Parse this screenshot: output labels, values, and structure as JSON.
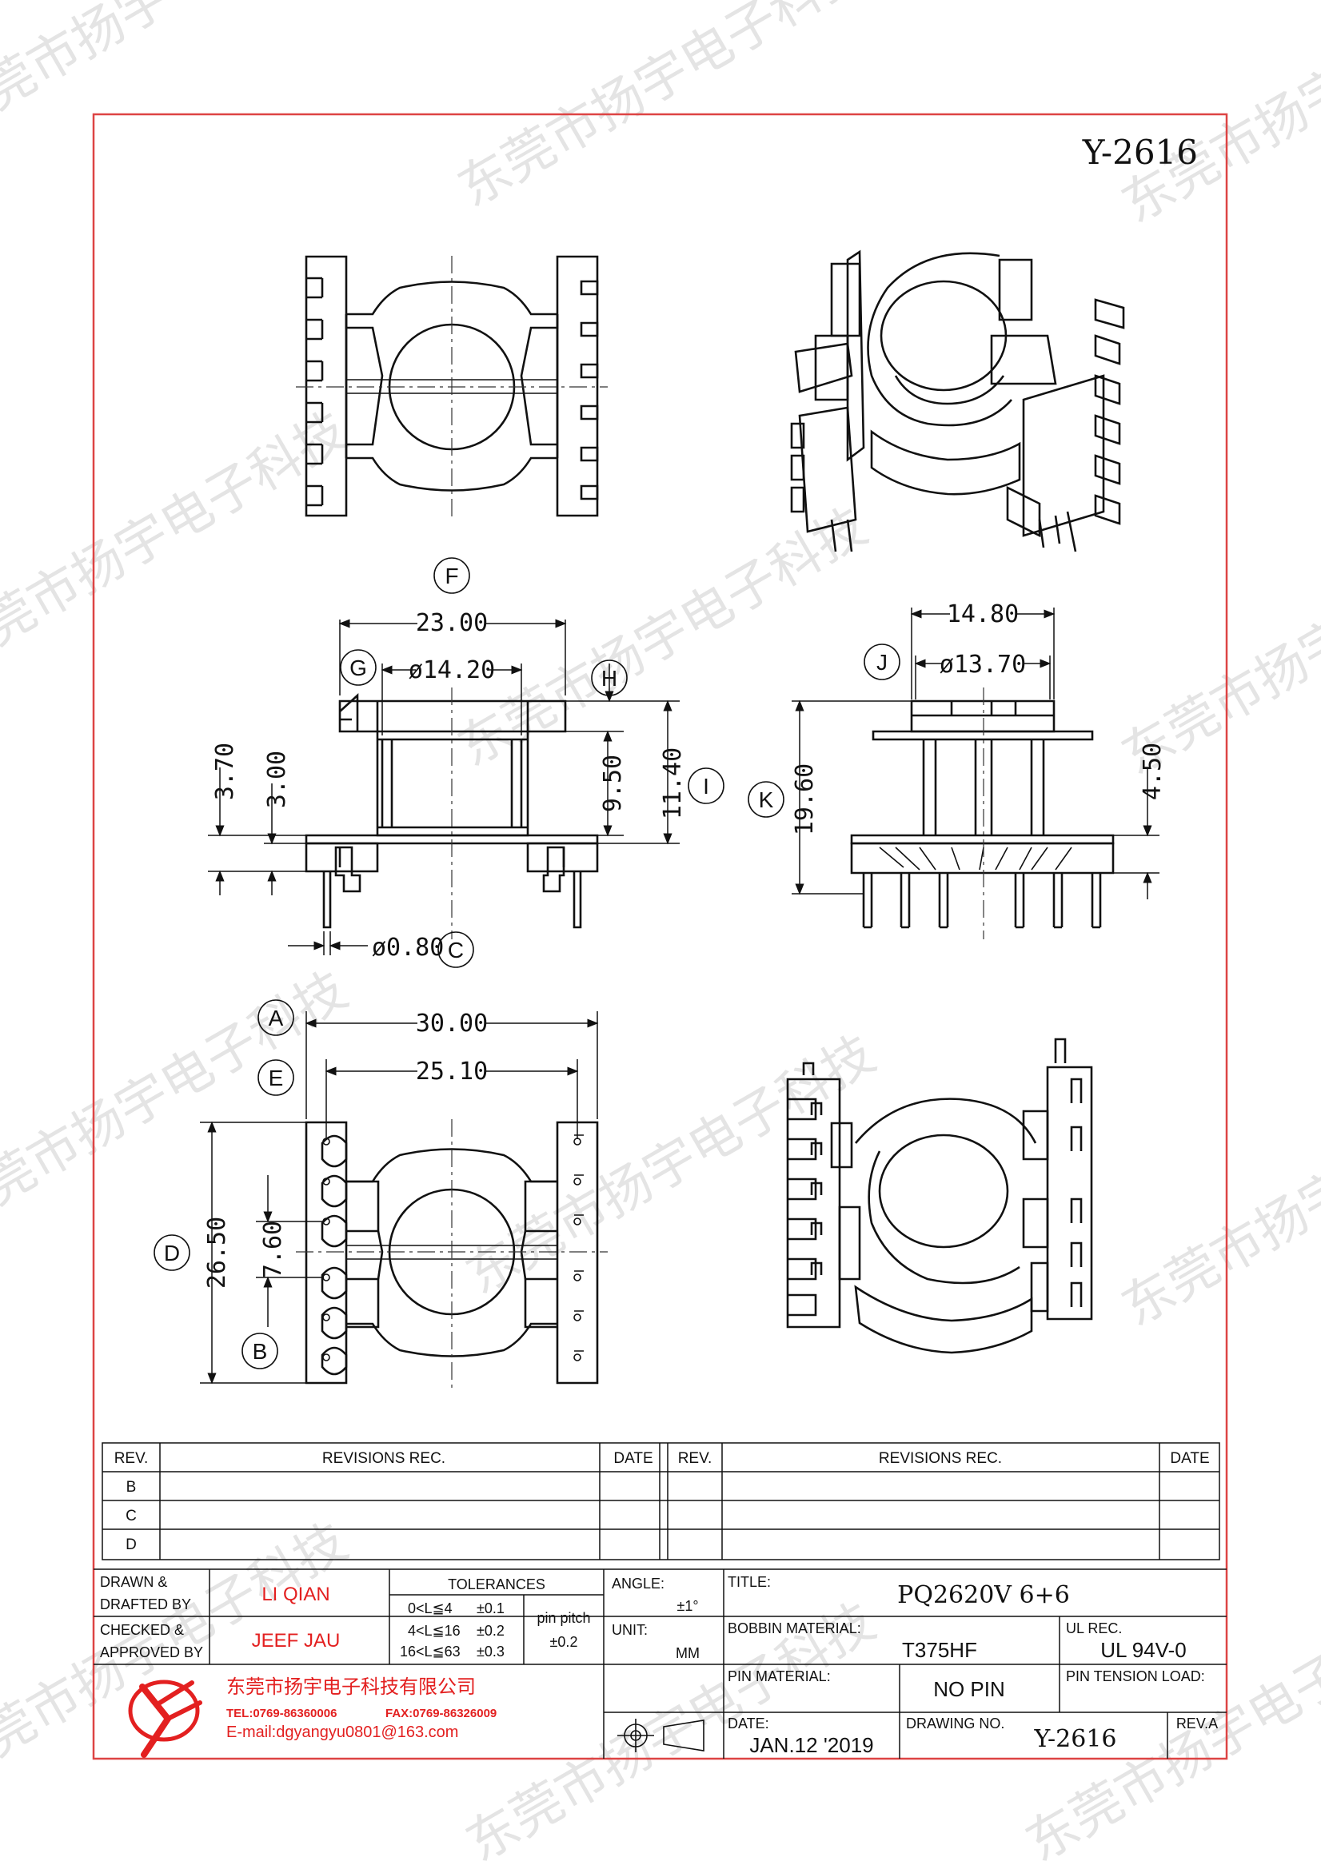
{
  "drawing_code": "Y-2616",
  "watermark": "东莞市扬宇电子科技",
  "dimensions": {
    "f_width": "23.00",
    "g_dia": "ø14.20",
    "j_width": "14.80",
    "j_dia": "ø13.70",
    "h3_70": "3.70",
    "h3_00": "3.00",
    "h9_50": "9.50",
    "h11_40": "11.40",
    "k19_60": "19.60",
    "h4_50": "4.50",
    "pin_dia": "ø0.80",
    "a_width": "30.00",
    "e_width": "25.10",
    "d_height": "26.50",
    "pitch7_60": "7.60"
  },
  "callouts": {
    "a": "A",
    "b": "B",
    "c": "C",
    "d": "D",
    "e": "E",
    "f": "F",
    "g": "G",
    "h": "H",
    "i": "I",
    "j": "J",
    "k": "K"
  },
  "revisions": {
    "rev_header": "REV.",
    "rec_header": "REVISIONS    REC.",
    "date_header": "DATE",
    "rows": [
      "B",
      "C",
      "D"
    ]
  },
  "title_block": {
    "drawn_label_1": "DRAWN  &",
    "drawn_label_2": "DRAFTED  BY",
    "drawn_name": "LI QIAN",
    "checked_label_1": "CHECKED  &",
    "checked_label_2": "APPROVED  BY",
    "checked_name": "JEEF JAU",
    "tolerances_label": "TOLERANCES",
    "tol_1_range": "0<L≦4",
    "tol_1_value": "±0.1",
    "tol_2_range": "4<L≦16",
    "tol_2_value": "±0.2",
    "tol_3_range": "16<L≦63",
    "tol_3_value": "±0.3",
    "pin_pitch_label": "pin  pitch",
    "pin_pitch_value": "±0.2",
    "angle_label": "ANGLE:",
    "angle_value": "±1°",
    "unit_label": "UNIT:",
    "unit_value": "MM",
    "title_label": "TITLE:",
    "title_value": "PQ2620V  6+6",
    "bobbin_label": "BOBBIN  MATERIAL:",
    "bobbin_value": "T375HF",
    "ul_label": "UL  REC.",
    "ul_value": "UL  94V-0",
    "pin_mat_label": "PIN  MATERIAL:",
    "pin_mat_value": "NO  PIN",
    "pin_tension_label": "PIN  TENSION  LOAD:",
    "date_label": "DATE:",
    "date_value": "JAN.12  '2019",
    "drawing_no_label": "DRAWING  NO.",
    "drawing_no_value": "Y-2616",
    "rev_label": "REV.A"
  },
  "company": {
    "name": "东莞市扬宇电子科技有限公司",
    "tel": "TEL:0769-86360006",
    "fax": "FAX:0769-86326009",
    "email": "E-mail:dgyangyu0801@163.com"
  },
  "colors": {
    "accent_red": "#e32020",
    "line": "#111111"
  }
}
